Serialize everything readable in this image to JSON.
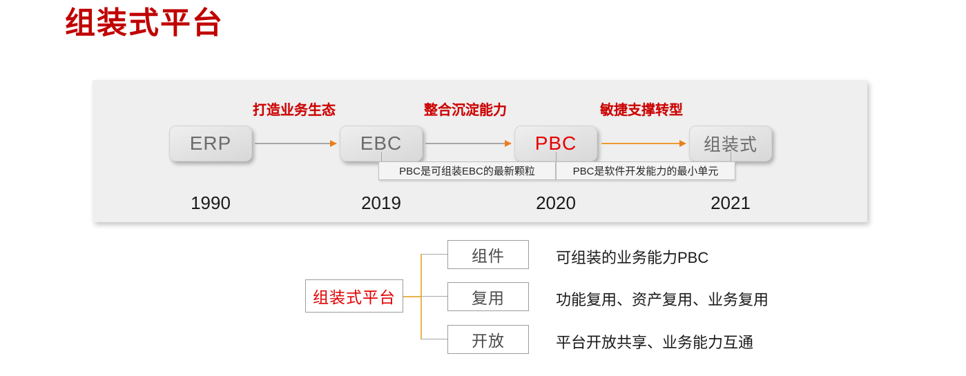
{
  "page_title": "组装式平台",
  "colors": {
    "title_red": "#c00000",
    "accent_red": "#e60000",
    "phase_red": "#cc0000",
    "panel_bg": "#efefef",
    "node_gray": "#6b6b6b",
    "arrow_orange": "#ed7d1a",
    "spine_orange": "#e8b349",
    "border_gray": "#9c9c9c"
  },
  "timeline": {
    "phase_labels": [
      "打造业务生态",
      "整合沉淀能力",
      "敏捷支撑转型"
    ],
    "nodes": [
      {
        "label": "ERP",
        "style": "gray"
      },
      {
        "label": "EBC",
        "style": "gray"
      },
      {
        "label": "PBC",
        "style": "red"
      },
      {
        "label": "组装式",
        "style": "gray"
      }
    ],
    "years": [
      "1990",
      "2019",
      "2020",
      "2021"
    ],
    "captions": [
      "PBC是可组装EBC的最新颗粒",
      "PBC是软件开发能力的最小单元"
    ]
  },
  "tree": {
    "root": "组装式平台",
    "branches": [
      {
        "label": "组件",
        "description": "可组装的业务能力PBC"
      },
      {
        "label": "复用",
        "description": "功能复用、资产复用、业务复用"
      },
      {
        "label": "开放",
        "description": "平台开放共享、业务能力互通"
      }
    ]
  }
}
